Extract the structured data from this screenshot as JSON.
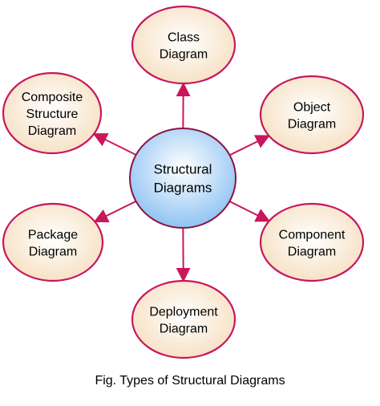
{
  "diagram": {
    "center": {
      "lines": [
        "Structural",
        "Diagrams"
      ]
    },
    "nodes": [
      {
        "id": "class",
        "lines": [
          "Class",
          "Diagram"
        ]
      },
      {
        "id": "object",
        "lines": [
          "Object",
          "Diagram"
        ]
      },
      {
        "id": "component",
        "lines": [
          "Component",
          "Diagram"
        ]
      },
      {
        "id": "deployment",
        "lines": [
          "Deployment",
          "Diagram"
        ]
      },
      {
        "id": "package",
        "lines": [
          "Package",
          "Diagram"
        ]
      },
      {
        "id": "composite",
        "lines": [
          "Composite",
          "Structure",
          "Diagram"
        ]
      }
    ],
    "colors": {
      "node_stroke": "#c8175d",
      "node_fill_center": "#ffffff",
      "node_fill_edge": "#f6dfc0",
      "center_stroke": "#8a1545",
      "center_fill_center": "#ffffff",
      "center_fill_edge": "#8fc3f3",
      "arrow": "#c8175d"
    }
  },
  "caption": "Fig. Types of Structural Diagrams"
}
